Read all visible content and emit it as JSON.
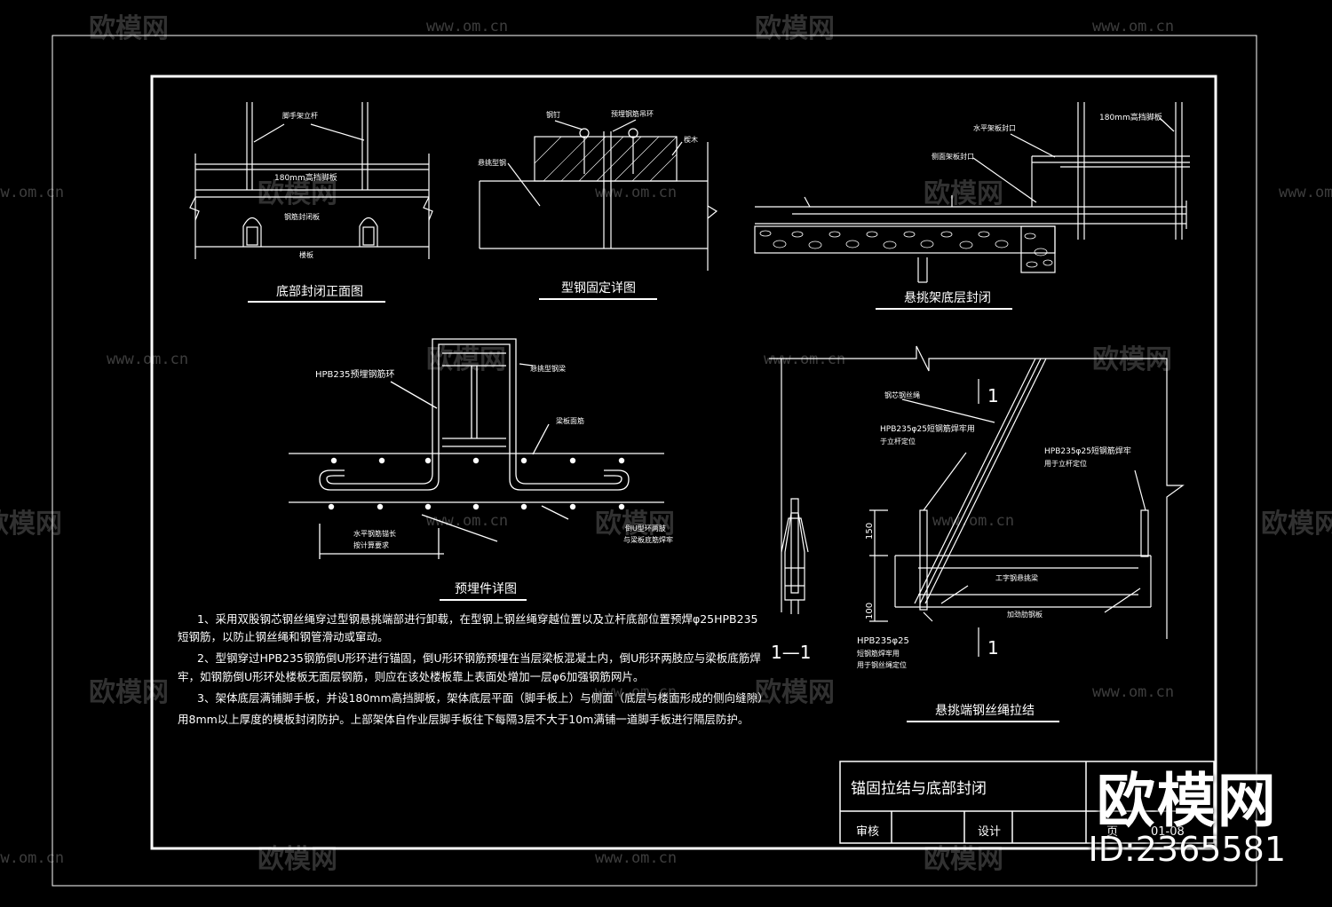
{
  "watermark": {
    "brand": "欧模网",
    "url": "www.om.cn"
  },
  "brand_mark": {
    "logo": "欧模网",
    "id": "ID:2365581"
  },
  "views": {
    "v1": {
      "title": "底部封闭正面图",
      "labels": [
        "脚手架立杆",
        "180mm高挡脚板",
        "钢筋封闭板",
        "楼板"
      ]
    },
    "v2": {
      "title": "型钢固定详图",
      "labels": [
        "钢钉",
        "预埋钢筋吊环",
        "悬挑型钢",
        "楔木"
      ]
    },
    "v3": {
      "title": "悬挑架底层封闭",
      "labels": [
        "水平架板封口",
        "侧面架板封口",
        "180mm高挡脚板"
      ]
    },
    "v4": {
      "title": "预埋件详图",
      "labels": [
        "HPB235预埋钢筋环",
        "悬挑型钢梁",
        "梁板面筋",
        "水平钢筋锚长",
        "按计算要求",
        "倒U型环两肢",
        "与梁板底筋焊牢"
      ]
    },
    "v5": {
      "title": "悬挑端钢丝绳拉结",
      "labels": [
        "钢芯钢丝绳",
        "HPB235φ25短钢筋焊牢用",
        "于立杆定位",
        "HPB235φ25短钢筋焊牢",
        "用于立杆定位",
        "工字钢悬挑梁",
        "加劲肋钢板",
        "HPB235φ25",
        "短钢筋焊牢用",
        "用于钢丝绳定位"
      ],
      "dims": [
        "150",
        "100"
      ],
      "section": "1—1",
      "cut_mark": "1"
    }
  },
  "notes": [
    "1、采用双股钢芯钢丝绳穿过型钢悬挑端部进行卸载，在型钢上钢丝绳穿越位置以及立杆底部位置预焊φ25HPB235",
    "短钢筋，以防止钢丝绳和钢管滑动或窜动。",
    "2、型钢穿过HPB235钢筋倒U形环进行锚固，倒U形环钢筋预埋在当层梁板混凝土内，倒U形环两肢应与梁板底筋焊",
    "牢，如钢筋倒U形环处楼板无面层钢筋，则应在该处楼板靠上表面处增加一层φ6加强钢筋网片。",
    "3、架体底层满铺脚手板，并设180mm高挡脚板，架体底层平面（脚手板上）与侧面（底层与楼面形成的侧向缝隙）",
    "用8mm以上厚度的模板封闭防护。上部架体自作业层脚手板往下每隔3层不大于10m满铺一道脚手板进行隔层防护。"
  ],
  "title_block": {
    "drawing_title": "锚固拉结与底部封闭",
    "review": "审核",
    "design": "设计",
    "page": "页",
    "number": "01-08"
  }
}
